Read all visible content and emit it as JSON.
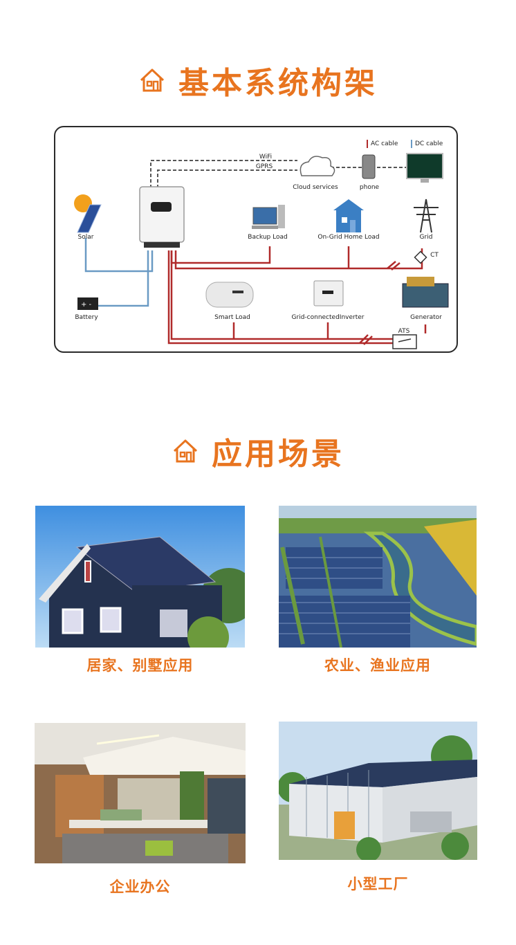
{
  "sections": {
    "architecture_title": "基本系统构架",
    "scenarios_title": "应用场景"
  },
  "diagram": {
    "legend": {
      "ac": "AC cable",
      "dc": "DC cable",
      "ac_color": "#b02a2a",
      "dc_color": "#6a9ac4"
    },
    "links": {
      "wifi": "WiFi",
      "gprs": "GPRS"
    },
    "nodes": {
      "solar": "Solar",
      "battery": "Battery",
      "cloud": "Cloud services",
      "phone": "phone",
      "backup_load": "Backup Load",
      "on_grid_home": "On-Grid Home Load",
      "grid": "Grid",
      "ct": "CT",
      "smart_load": "Smart Load",
      "grid_inverter": "Grid-connectedInverter",
      "generator": "Generator",
      "ats": "ATS"
    }
  },
  "scenarios": [
    {
      "caption": "居家、别墅应用"
    },
    {
      "caption": "农业、渔业应用"
    },
    {
      "caption": "企业办公"
    },
    {
      "caption": "小型工厂"
    }
  ],
  "colors": {
    "accent": "#e8741f"
  }
}
